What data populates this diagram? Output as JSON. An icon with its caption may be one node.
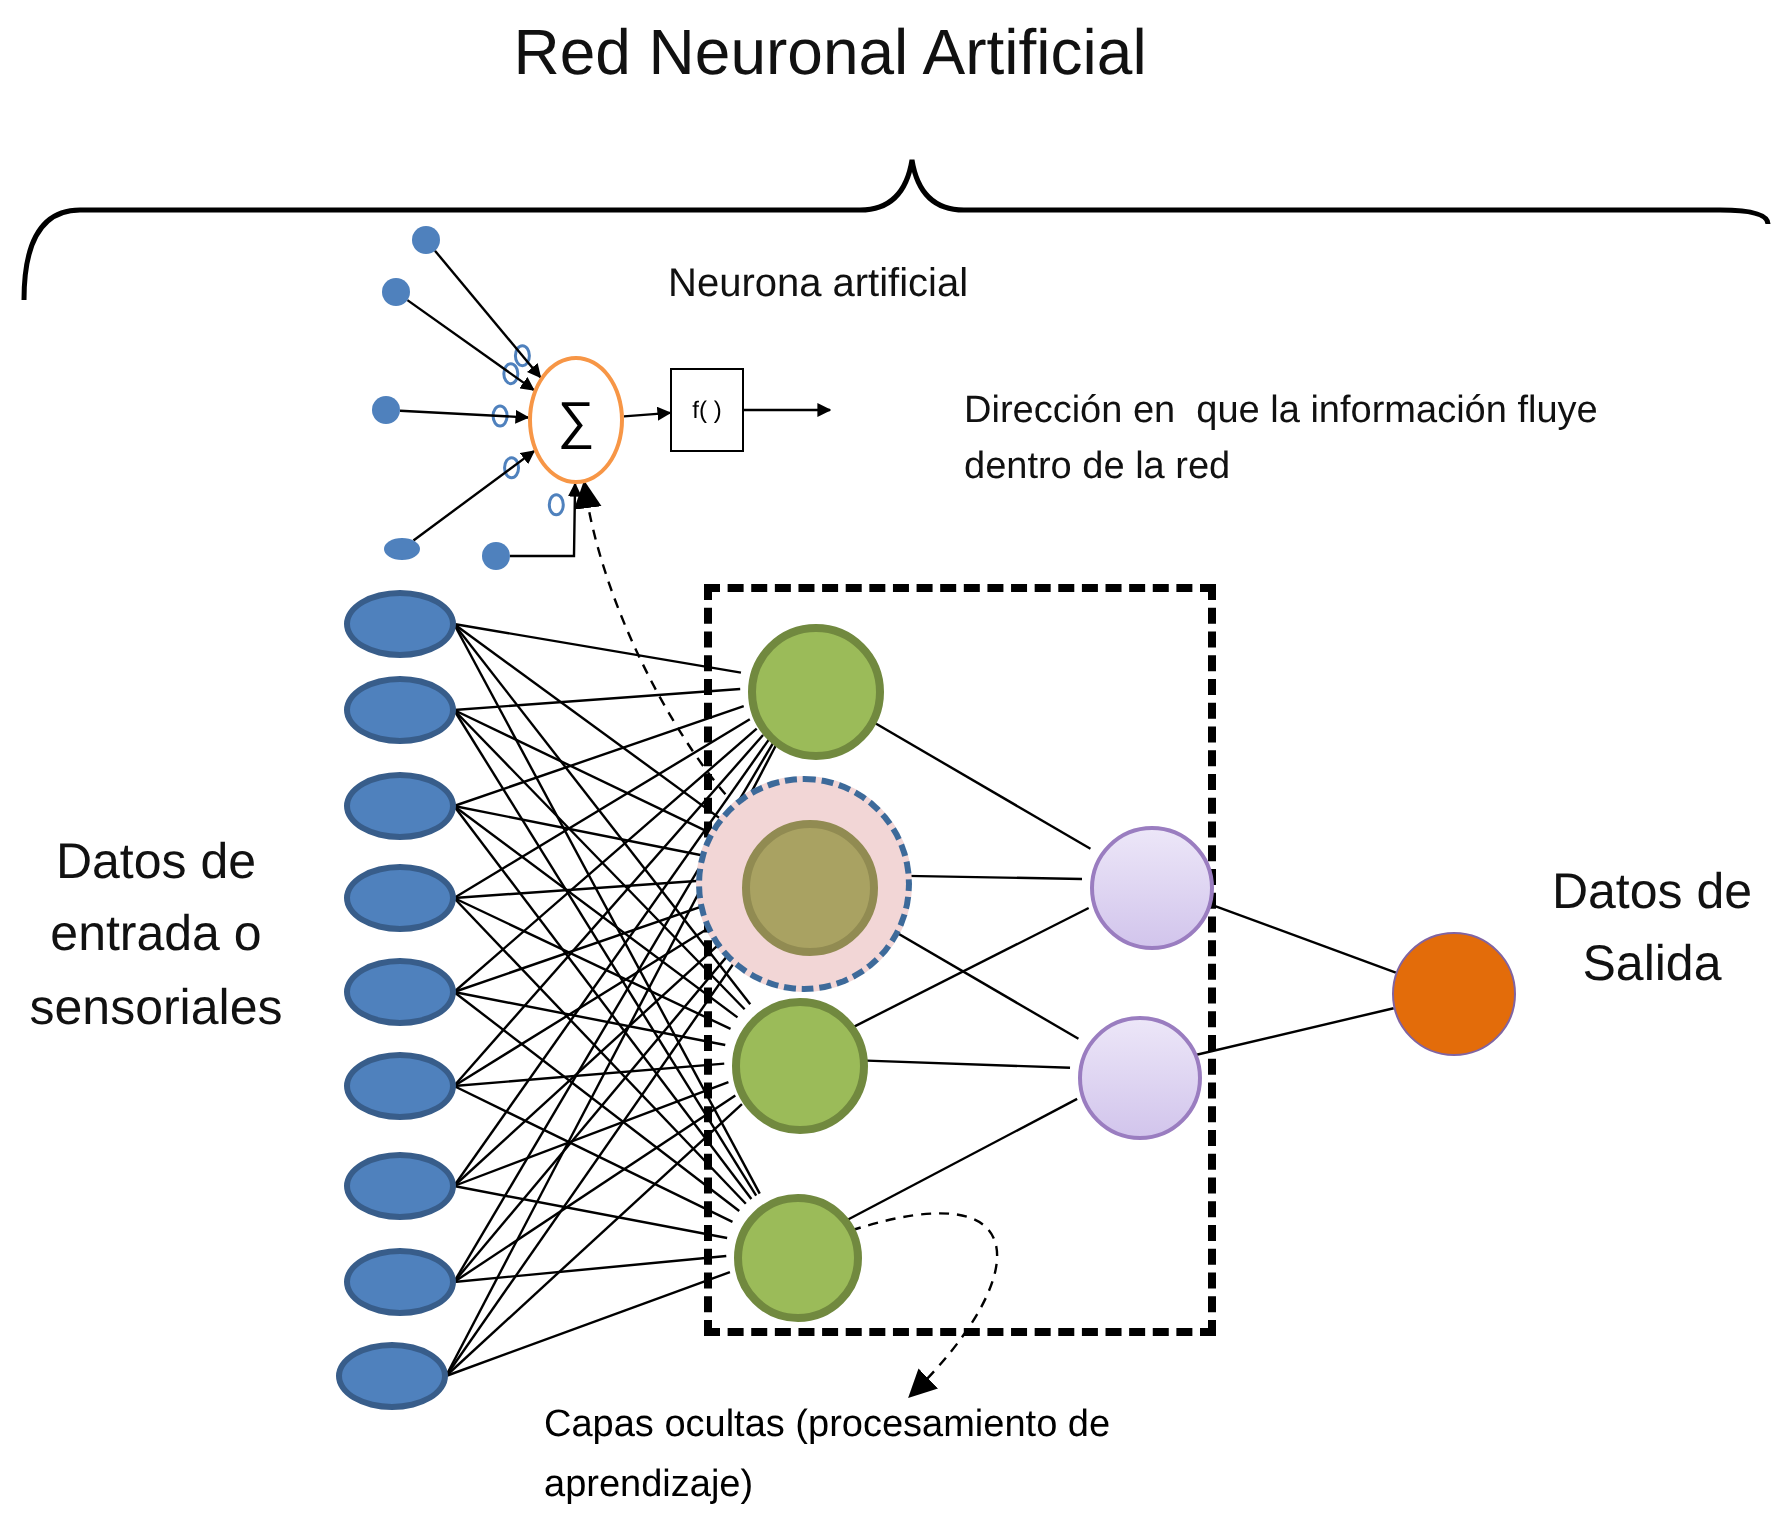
{
  "diagram": {
    "title": "Red Neuronal Artificial",
    "nodes": [
      {
        "text": [
          "∑"
        ]
      },
      {
        "text": [
          "f( )"
        ]
      },
      {
        "text": [],
        "shape": "circle"
      },
      {
        "text": [],
        "shape": "circle"
      },
      {
        "text": [],
        "shape": "circle"
      },
      {
        "text": [],
        "shape": "circle"
      },
      {
        "text": [],
        "shape": "circle"
      },
      {
        "text": [],
        "shape": "circle"
      },
      {
        "text": [],
        "shape": "circle"
      },
      {
        "text": [],
        "shape": "circle"
      },
      {
        "text": [],
        "shape": "circle"
      },
      {
        "text": [],
        "shape": "circle"
      },
      {
        "text": [],
        "shape": "circle"
      },
      {
        "text": [],
        "shape": "circle"
      },
      {
        "text": [],
        "shape": "circle"
      },
      {
        "text": [],
        "shape": "circle"
      },
      {
        "text": [],
        "shape": "box"
      },
      {
        "text": [],
        "shape": "circle",
        "in": 16
      },
      {
        "text": [],
        "shape": "circle",
        "in": 16
      },
      {
        "text": [],
        "shape": "circle",
        "in": 18
      },
      {
        "text": [],
        "shape": "circle",
        "in": 16
      },
      {
        "text": [],
        "shape": "circle",
        "in": 16
      },
      {
        "text": [],
        "shape": "circle",
        "in": 16
      },
      {
        "text": [],
        "shape": "circle",
        "in": 16
      },
      {
        "text": [],
        "shape": "circle"
      },
      {
        "text": [
          "Capas ocultas (procesamiento de aprendizaje)"
        ]
      }
    ],
    "edges": [
      {
        "from": 2,
        "to": 0,
        "arrow": "to"
      },
      {
        "from": 3,
        "to": 0,
        "arrow": "to"
      },
      {
        "from": 4,
        "to": 0,
        "arrow": "to"
      },
      {
        "from": 5,
        "to": 0,
        "arrow": "to"
      },
      {
        "from": 6,
        "to": 0,
        "arrow": "to"
      },
      {
        "from": 0,
        "to": 1,
        "arrow": "to"
      },
      {
        "from": 1,
        "to": null,
        "arrow": "to"
      },
      {
        "from": 18,
        "to": 0,
        "arrow": "to",
        "style": "dashed"
      },
      {
        "from": 7,
        "to": 17,
        "arrow": "none"
      },
      {
        "from": 7,
        "to": 19,
        "arrow": "none"
      },
      {
        "from": 7,
        "to": 20,
        "arrow": "none"
      },
      {
        "from": 7,
        "to": 21,
        "arrow": "none"
      },
      {
        "from": 8,
        "to": 17,
        "arrow": "none"
      },
      {
        "from": 8,
        "to": 19,
        "arrow": "none"
      },
      {
        "from": 8,
        "to": 20,
        "arrow": "none"
      },
      {
        "from": 8,
        "to": 21,
        "arrow": "none"
      },
      {
        "from": 9,
        "to": 17,
        "arrow": "none"
      },
      {
        "from": 9,
        "to": 19,
        "arrow": "none"
      },
      {
        "from": 9,
        "to": 20,
        "arrow": "none"
      },
      {
        "from": 9,
        "to": 21,
        "arrow": "none"
      },
      {
        "from": 10,
        "to": 17,
        "arrow": "none"
      },
      {
        "from": 10,
        "to": 19,
        "arrow": "none"
      },
      {
        "from": 10,
        "to": 20,
        "arrow": "none"
      },
      {
        "from": 10,
        "to": 21,
        "arrow": "none"
      },
      {
        "from": 11,
        "to": 17,
        "arrow": "none"
      },
      {
        "from": 11,
        "to": 19,
        "arrow": "none"
      },
      {
        "from": 11,
        "to": 20,
        "arrow": "none"
      },
      {
        "from": 11,
        "to": 21,
        "arrow": "none"
      },
      {
        "from": 12,
        "to": 17,
        "arrow": "none"
      },
      {
        "from": 12,
        "to": 19,
        "arrow": "none"
      },
      {
        "from": 12,
        "to": 20,
        "arrow": "none"
      },
      {
        "from": 12,
        "to": 21,
        "arrow": "none"
      },
      {
        "from": 13,
        "to": 17,
        "arrow": "none"
      },
      {
        "from": 13,
        "to": 19,
        "arrow": "none"
      },
      {
        "from": 13,
        "to": 20,
        "arrow": "none"
      },
      {
        "from": 13,
        "to": 21,
        "arrow": "none"
      },
      {
        "from": 14,
        "to": 17,
        "arrow": "none"
      },
      {
        "from": 14,
        "to": 19,
        "arrow": "none"
      },
      {
        "from": 14,
        "to": 20,
        "arrow": "none"
      },
      {
        "from": 14,
        "to": 21,
        "arrow": "none"
      },
      {
        "from": 15,
        "to": 17,
        "arrow": "none"
      },
      {
        "from": 15,
        "to": 19,
        "arrow": "none"
      },
      {
        "from": 15,
        "to": 20,
        "arrow": "none"
      },
      {
        "from": 15,
        "to": 21,
        "arrow": "none"
      },
      {
        "from": 17,
        "to": 22,
        "arrow": "none"
      },
      {
        "from": 19,
        "to": 22,
        "arrow": "none"
      },
      {
        "from": 19,
        "to": 23,
        "arrow": "none"
      },
      {
        "from": 20,
        "to": 22,
        "arrow": "none"
      },
      {
        "from": 20,
        "to": 23,
        "arrow": "none"
      },
      {
        "from": 21,
        "to": 23,
        "arrow": "none"
      },
      {
        "from": 22,
        "to": 24,
        "arrow": "none"
      },
      {
        "from": 23,
        "to": 24,
        "arrow": "none"
      },
      {
        "from": 21,
        "to": 25,
        "arrow": "to",
        "style": "dashed"
      }
    ],
    "labels": [
      "Neurona artificial",
      "Dirección en  que la información fluye dentro de la red",
      "Datos de entrada o sensoriales",
      "Datos de Salida"
    ]
  }
}
